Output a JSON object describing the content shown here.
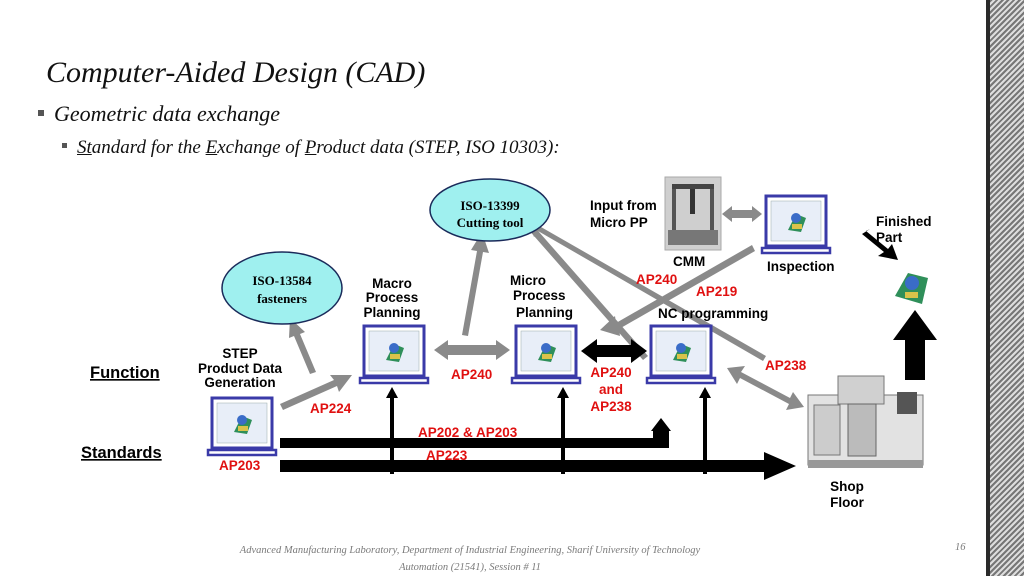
{
  "slide": {
    "title": "Computer-Aided Design (CAD)",
    "bullet1": "Geometric data exchange",
    "bullet2": {
      "s1": "St",
      "s2": "andard for the ",
      "e1": "E",
      "e2": "xchange of ",
      "p1": "P",
      "p2": "roduct data (STEP, ISO 10303):"
    },
    "footer_line1": "Advanced Manufacturing Laboratory, Department of Industrial Engineering, Sharif University of Technology",
    "footer_line2": "Automation (21541), Session # 11",
    "page_number": "16"
  },
  "diagram": {
    "ellipse_iso13399": [
      "ISO-13399",
      "Cutting tool"
    ],
    "ellipse_iso13584": [
      "ISO-13584",
      "fasteners"
    ],
    "input_from": [
      "Input from",
      "Micro PP"
    ],
    "cmm": "CMM",
    "inspection": "Inspection",
    "finished_part": [
      "Finished",
      "Part"
    ],
    "macro": [
      "Macro",
      "Process",
      "Planning"
    ],
    "micro": [
      "Micro",
      "Process",
      "Planning"
    ],
    "nc": "NC programming",
    "step_gen": [
      "STEP",
      "Product Data",
      "Generation"
    ],
    "function": "Function",
    "standards": "Standards",
    "shop_floor": [
      "Shop",
      "Floor"
    ],
    "ap240_top": "AP240",
    "ap219": "AP219",
    "ap240_mid": "AP240",
    "ap240_and": [
      "AP240",
      "and",
      "AP238"
    ],
    "ap238": "AP238",
    "ap224": "AP224",
    "ap203": "AP203",
    "ap202_203": "AP202 & AP203",
    "ap223": "AP223",
    "colors": {
      "red": "#e01010",
      "ellipse_fill": "#9ff0ef",
      "gray_arrow": "#8a8a8a",
      "monitor_blue": "#3a3aa8"
    }
  }
}
